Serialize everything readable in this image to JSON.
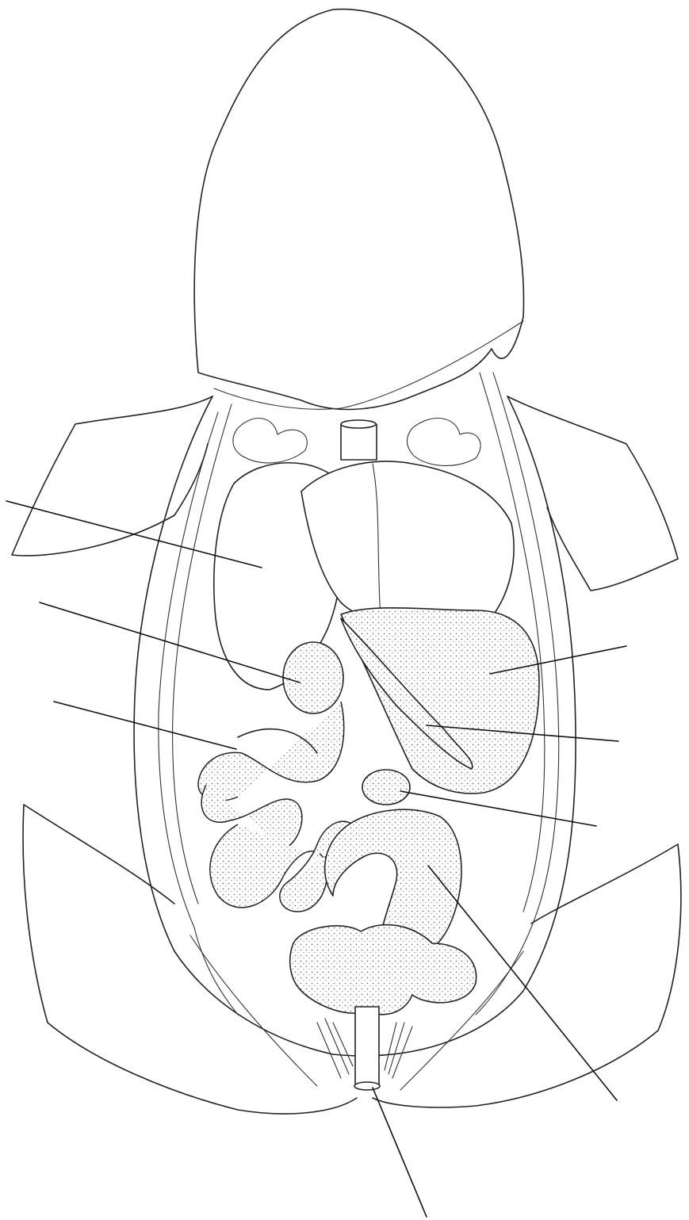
{
  "figure": {
    "colors": {
      "ink": "#222222",
      "background": "#ffffff"
    },
    "labels": [
      {
        "target": "liver",
        "text": ""
      },
      {
        "target": "gallbladder",
        "text": ""
      },
      {
        "target": "small-intestine",
        "text": ""
      },
      {
        "target": "stomach",
        "text": ""
      },
      {
        "target": "pancreas",
        "text": ""
      },
      {
        "target": "spleen",
        "text": ""
      },
      {
        "target": "large-intestine",
        "text": ""
      },
      {
        "target": "cloaca",
        "text": ""
      }
    ]
  }
}
